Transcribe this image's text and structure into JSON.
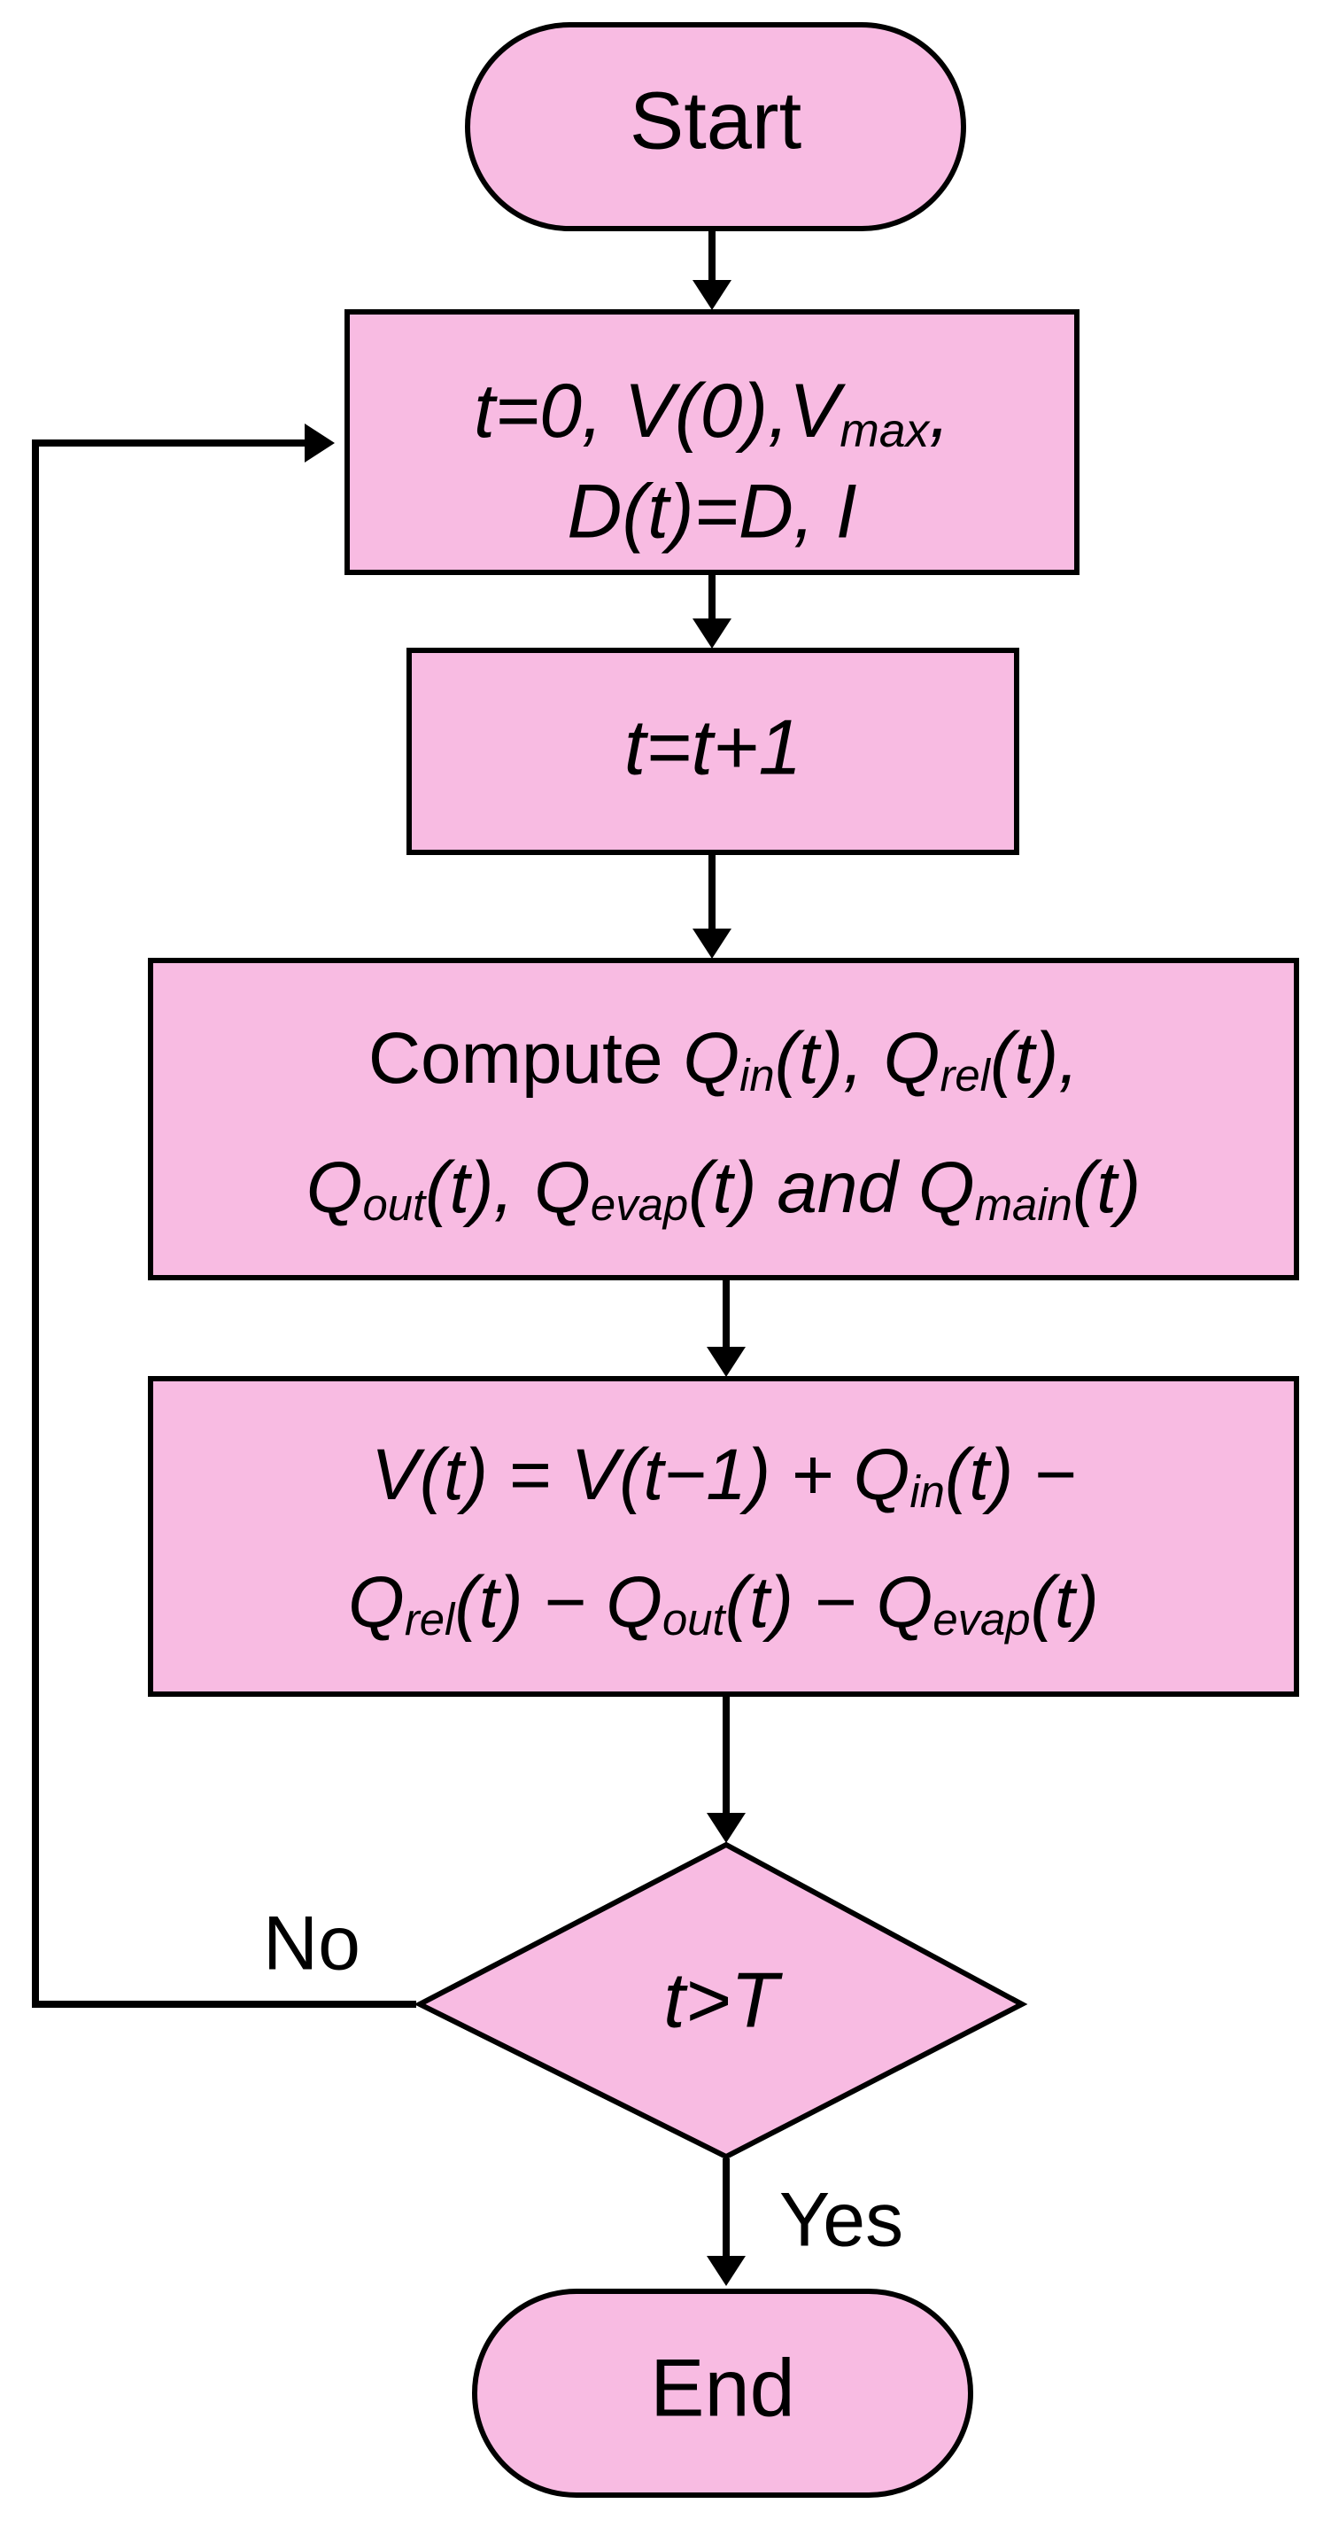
{
  "diagram": {
    "colors": {
      "fill": "#f8bbe2",
      "stroke": "#000000",
      "background": "#ffffff"
    },
    "start": {
      "label": "Start"
    },
    "init": {
      "line1": {
        "a": "t=0, V(0),V",
        "a_sub": "max",
        "b": ","
      },
      "line2": "D(t)=D, I"
    },
    "increment": {
      "label": "t=t+1"
    },
    "compute": {
      "line1": {
        "word": "Compute ",
        "q1": "Q",
        "q1_sub": "in",
        "q1_arg": "(t), ",
        "q2": "Q",
        "q2_sub": "rel",
        "q2_arg": "(t),"
      },
      "line2": {
        "q3": "Q",
        "q3_sub": "out",
        "q3_arg": "(t), ",
        "q4": "Q",
        "q4_sub": "evap",
        "q4_arg": "(t) and ",
        "q5": "Q",
        "q5_sub": "main",
        "q5_arg": "(t)"
      }
    },
    "balance": {
      "line1": {
        "a": "V(t) = V(t−1) + Q",
        "a_sub": "in",
        "b": "(t) −"
      },
      "line2": {
        "q1": "Q",
        "q1_sub": "rel",
        "q1_arg": "(t) − ",
        "q2": "Q",
        "q2_sub": "out",
        "q2_arg": "(t) − ",
        "q3": "Q",
        "q3_sub": "evap",
        "q3_arg": "(t)"
      }
    },
    "decision": {
      "label": "t>T"
    },
    "no_label": "No",
    "yes_label": "Yes",
    "end": {
      "label": "End"
    }
  }
}
